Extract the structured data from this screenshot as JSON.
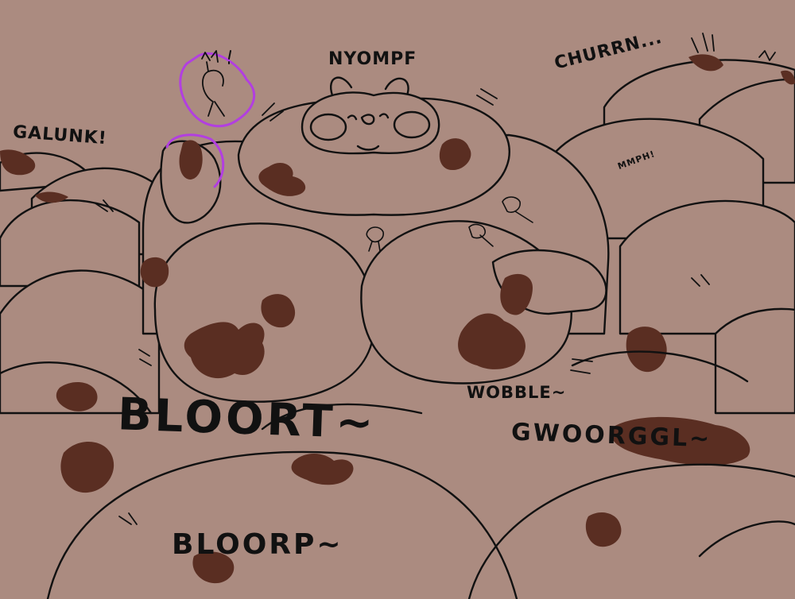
{
  "sound_effects": {
    "galunk": "GALUNK!",
    "nyompf": "NYOMPF",
    "churrn": "CHURRN...",
    "mmph": "MMPH!",
    "bloort": "BLOORT~",
    "wobble": "WOBBLE~",
    "gwoorggl": "GWOORGGL~",
    "bloorp": "BLOORP~"
  },
  "colors": {
    "background": "#ab8b80",
    "body_fill": "#ab8b80",
    "outline": "#111111",
    "spots": "#5a2e22",
    "magic_aura": "#b23fe0"
  }
}
